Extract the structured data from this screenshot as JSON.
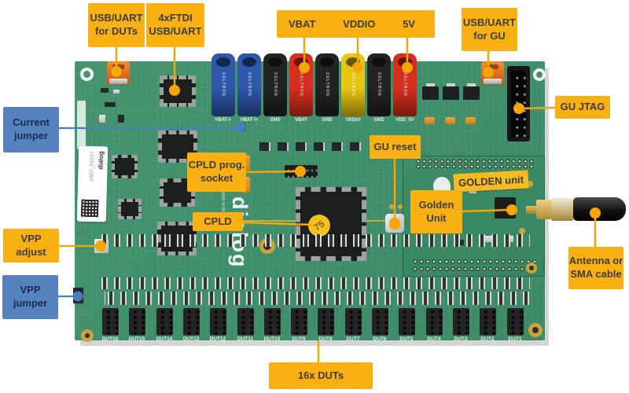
{
  "callouts": {
    "usb_uart_duts": {
      "line1": "USB/UART",
      "line2": "for DUTs"
    },
    "ftdi": {
      "line1": "4xFTDI",
      "line2": "USB/UART"
    },
    "power": {
      "vbat": "VBAT",
      "vddio": "VDDIO",
      "five_v": "5V"
    },
    "usb_uart_gu": {
      "line1": "USB/UART",
      "line2": "for GU"
    },
    "gu_jtag": {
      "label": "GU JTAG"
    },
    "current_jumper": {
      "line1": "Current",
      "line2": "jumper"
    },
    "vpp_adjust": {
      "line1": "VPP",
      "line2": "adjust"
    },
    "vpp_jumper": {
      "line1": "VPP",
      "line2": "jumper"
    },
    "cpld_prog_socket": {
      "line1": "CPLD prog.",
      "line2": "socket"
    },
    "cpld": {
      "label": "CPLD"
    },
    "gu_reset": {
      "label": "GU reset"
    },
    "golden_unit": {
      "line1": "Golden",
      "line2": "Unit"
    },
    "antenna": {
      "line1": "Antenna or",
      "line2": "SMA cable"
    },
    "duts": {
      "label": "16x DUTs"
    }
  },
  "board": {
    "golden_tape": "GOLDEN unit",
    "cpld_sticker": "75",
    "logo": "dialog",
    "silk_small": "A1458-78-5S",
    "sticker_brand": "dialog",
    "sticker_serial": "1807_00037",
    "jack_brand": "DELTRON",
    "jacks": [
      {
        "color": "#2f58aa",
        "label": "VBAT I-"
      },
      {
        "color": "#2f58aa",
        "label": "VBAT I+"
      },
      {
        "color": "#232323",
        "label": "GND"
      },
      {
        "color": "#d62f1f",
        "label": "VBAT"
      },
      {
        "color": "#232323",
        "label": "GND"
      },
      {
        "color": "#e7c614",
        "label": "VDDIO"
      },
      {
        "color": "#232323",
        "label": "GND"
      },
      {
        "color": "#d62f1f",
        "label": "VDD_5V"
      }
    ],
    "dut_labels": [
      "DUT16",
      "DUT15",
      "DUT14",
      "DUT13",
      "DUT12",
      "DUT11",
      "DUT10",
      "DUT9",
      "DUT8",
      "DUT7",
      "DUT6",
      "DUT5",
      "DUT4",
      "DUT3",
      "DUT2",
      "DUT1"
    ]
  },
  "colors": {
    "label_yellow": "#F9B013",
    "label_blue": "#5682BD",
    "line_orange": "#F5A700",
    "line_blue": "#4A7CC2",
    "pcb_green": "#41906C"
  }
}
